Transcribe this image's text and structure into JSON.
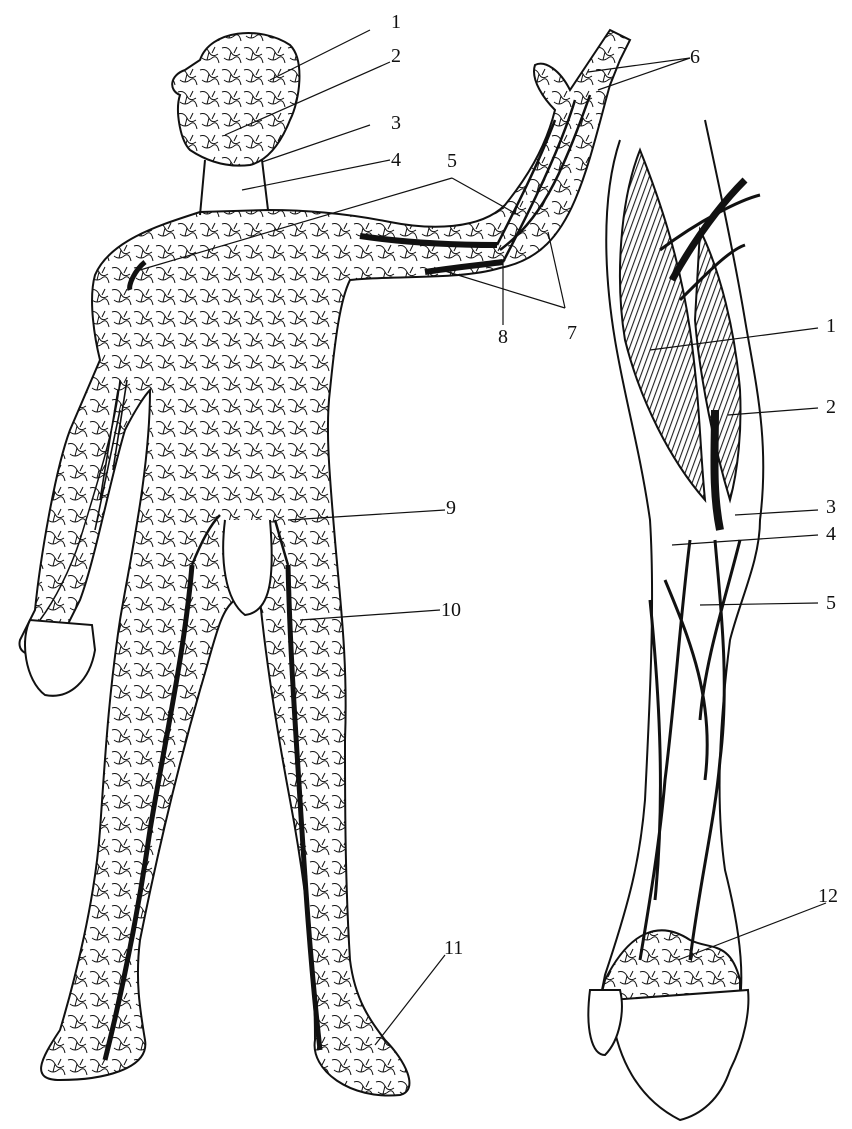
{
  "figure": {
    "body_labels": [
      "1",
      "2",
      "3",
      "4",
      "5",
      "6",
      "7",
      "8",
      "9",
      "10",
      "11"
    ],
    "arm_labels": [
      "1",
      "2",
      "3",
      "4",
      "5",
      "12"
    ]
  },
  "colors": {
    "ink": "#111111",
    "paper": "#ffffff",
    "muscle": "#3a3a3a"
  }
}
